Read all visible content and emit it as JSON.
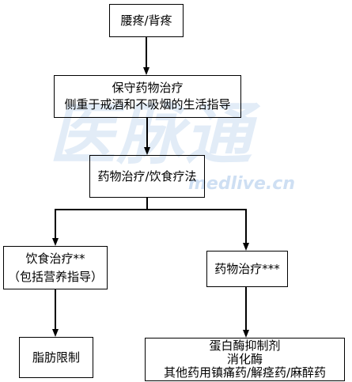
{
  "watermark": {
    "brand": "医脉通",
    "site": "medlive.cn"
  },
  "nodes": {
    "back_pain": {
      "lines": [
        "腰疼/背疼"
      ]
    },
    "conservative_therapy": {
      "lines": [
        "保守药物治疗",
        "侧重于戒酒和不吸烟的生活指导"
      ]
    },
    "drug_diet_therapy": {
      "lines": [
        "药物治疗/饮食疗法"
      ]
    },
    "diet_therapy": {
      "lines": [
        "饮食治疗**",
        "（包括营养指导）"
      ]
    },
    "drug_therapy": {
      "lines": [
        "药物治疗***"
      ]
    },
    "fat_restriction": {
      "lines": [
        "脂肪限制"
      ]
    },
    "medications": {
      "lines": [
        "蛋白酶抑制剂",
        "消化酶",
        "其他药用镇痛药/解痉药/麻醉药"
      ]
    }
  },
  "colors": {
    "border": "#000000",
    "text": "#000000",
    "line": "#000000",
    "watermark": "#c6daf1"
  }
}
